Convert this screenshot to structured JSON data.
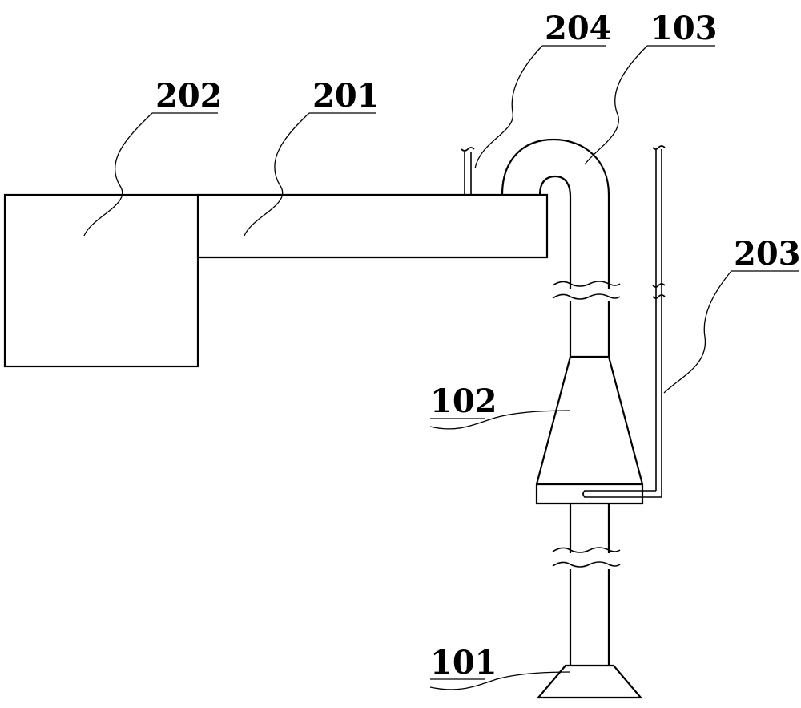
{
  "labels": {
    "l202": "202",
    "l201": "201",
    "l204": "204",
    "l103": "103",
    "l203": "203",
    "l102": "102",
    "l101": "101"
  },
  "colors": {
    "line": "#000000",
    "background": "#ffffff"
  }
}
